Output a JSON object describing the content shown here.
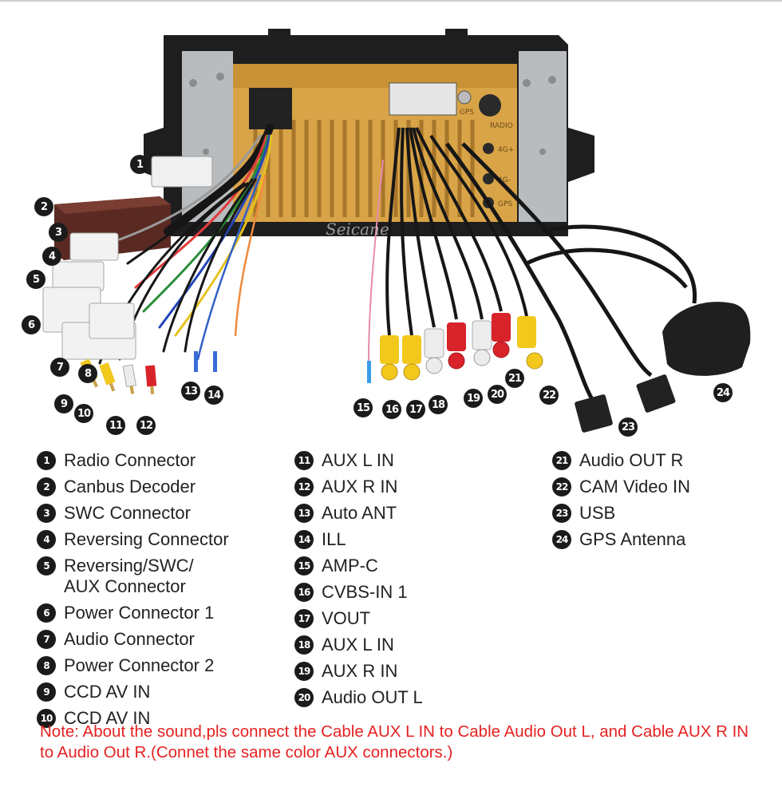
{
  "watermark": "Seicane",
  "unit_labels": {
    "gps": "GPS",
    "radio": "RADIO",
    "ch1": "4G+",
    "ch2": "4G-",
    "gps2": "GPS"
  },
  "callouts": [
    "1",
    "2",
    "3",
    "4",
    "5",
    "6",
    "7",
    "8",
    "9",
    "10",
    "11",
    "12",
    "13",
    "14",
    "15",
    "16",
    "17",
    "18",
    "19",
    "20",
    "21",
    "22",
    "23",
    "24"
  ],
  "legend": {
    "col1": [
      {
        "num": "1",
        "label": "Radio Connector"
      },
      {
        "num": "2",
        "label": "Canbus Decoder"
      },
      {
        "num": "3",
        "label": "SWC Connector"
      },
      {
        "num": "4",
        "label": "Reversing Connector"
      },
      {
        "num": "5",
        "label": "Reversing/SWC/\nAUX Connector"
      },
      {
        "num": "6",
        "label": "Power Connector 1"
      },
      {
        "num": "7",
        "label": "Audio Connector"
      },
      {
        "num": "8",
        "label": "Power Connector 2"
      },
      {
        "num": "9",
        "label": "CCD AV IN"
      },
      {
        "num": "10",
        "label": "CCD AV IN"
      }
    ],
    "col2": [
      {
        "num": "11",
        "label": "AUX L IN"
      },
      {
        "num": "12",
        "label": "AUX R IN"
      },
      {
        "num": "13",
        "label": "Auto ANT"
      },
      {
        "num": "14",
        "label": "ILL"
      },
      {
        "num": "15",
        "label": "AMP-C"
      },
      {
        "num": "16",
        "label": "CVBS-IN 1"
      },
      {
        "num": "17",
        "label": "VOUT"
      },
      {
        "num": "18",
        "label": "AUX L IN"
      },
      {
        "num": "19",
        "label": "AUX R IN"
      },
      {
        "num": "20",
        "label": "Audio OUT L"
      }
    ],
    "col3": [
      {
        "num": "21",
        "label": "Audio OUT R"
      },
      {
        "num": "22",
        "label": "CAM Video IN"
      },
      {
        "num": "23",
        "label": "USB"
      },
      {
        "num": "24",
        "label": "GPS Antenna"
      }
    ]
  },
  "note": "Note: About the sound,pls connect the Cable AUX L IN to Cable Audio Out L, and Cable AUX R IN to  Audio Out R.(Connet the same color AUX connectors.)",
  "colors": {
    "note": "#e52222",
    "callout_bg": "#1b1b1b",
    "unit_board": "#d9a447",
    "frame": "#1e1e1e",
    "bracket": "#b9bcbf",
    "rca_yellow": "#f2c81c",
    "rca_red": "#d8232a",
    "rca_white": "#ececec",
    "wire": "#161616"
  }
}
